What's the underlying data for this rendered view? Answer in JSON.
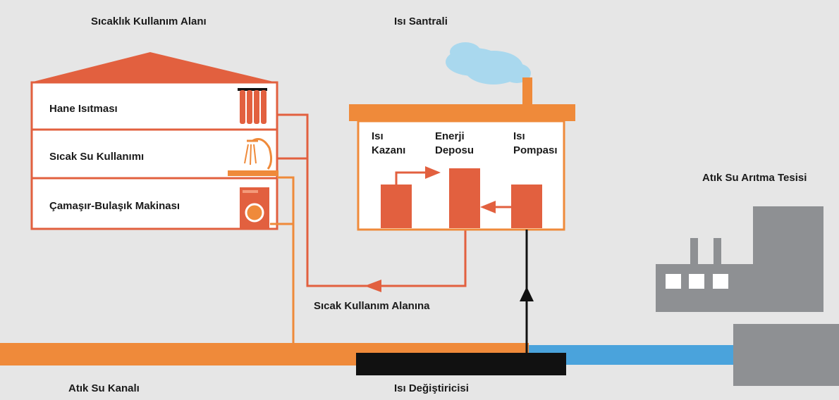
{
  "labels": {
    "usage_area_title": "Sıcaklık Kullanım Alanı",
    "plant_title": "Isı Santrali",
    "treatment_title": "Atık Su Arıtma Tesisi",
    "room_heating": "Hane Isıtması",
    "hot_water": "Sıcak Su Kullanımı",
    "appliances": "Çamaşır-Bulaşık Makinası",
    "boiler": "Isı\nKazanı",
    "storage": "Enerji\nDeposu",
    "heat_pump": "Isı\nPompası",
    "to_usage_area": "Sıcak Kullanım Alanına",
    "sewer": "Atık Su Kanalı",
    "heat_exchanger": "Isı Değiştiricisi"
  },
  "colors": {
    "background": "#e6e6e6",
    "orange": "#ef8a3a",
    "red": "#e2603f",
    "blue": "#4aa3dc",
    "gray": "#8e9093",
    "black": "#111111",
    "cloud": "#a9d8ee"
  }
}
